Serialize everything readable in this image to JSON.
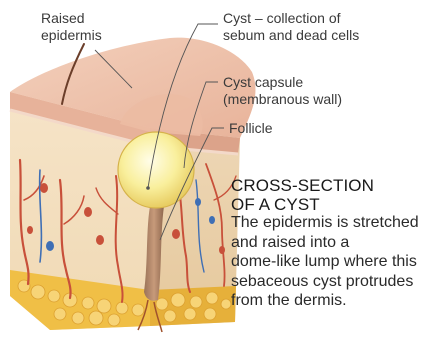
{
  "labels": {
    "raised_epidermis": [
      "Raised",
      "epidermis"
    ],
    "cyst": [
      "Cyst – collection of",
      "sebum and dead cells"
    ],
    "capsule": [
      "Cyst capsule",
      "(membranous wall)"
    ],
    "follicle": [
      "Follicle"
    ]
  },
  "title": [
    "CROSS-SECTION",
    "OF A CYST"
  ],
  "caption": [
    "The epidermis is stretched",
    "and raised into a",
    "dome-like lump where this",
    "sebaceous cyst protrudes",
    "from the dermis."
  ],
  "colors": {
    "text": "#3a3a3a",
    "leader_line": "#555555",
    "epidermis": "#efc2a8",
    "dermis": "#f4e2c2",
    "fat": "#f2c24a",
    "cyst": "#f8ee9a",
    "artery": "#c8503a",
    "vein": "#3f6fb5"
  }
}
